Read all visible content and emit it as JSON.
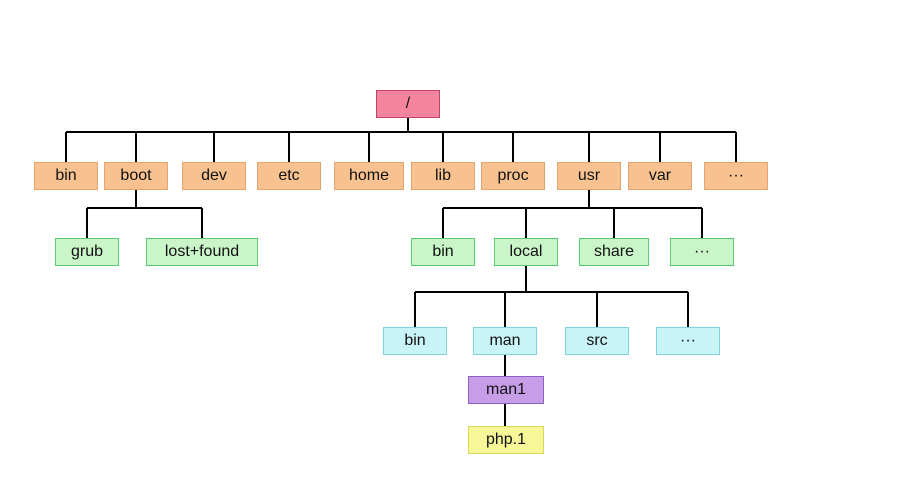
{
  "colors": {
    "root": "#f5849f",
    "level1": "#f7c28f",
    "level2": "#c9f5c9",
    "level3": "#c9f4f7",
    "level4": "#c89de8",
    "level5": "#f7f79a",
    "lines": "#000000"
  },
  "tree": {
    "root": "/",
    "level1": [
      "bin",
      "boot",
      "dev",
      "etc",
      "home",
      "lib",
      "proc",
      "usr",
      "var",
      "···"
    ],
    "boot_children": [
      "grub",
      "lost+found"
    ],
    "usr_children": [
      "bin",
      "local",
      "share",
      "···"
    ],
    "local_children": [
      "bin",
      "man",
      "src",
      "···"
    ],
    "man_child": "man1",
    "man1_child": "php.1"
  }
}
